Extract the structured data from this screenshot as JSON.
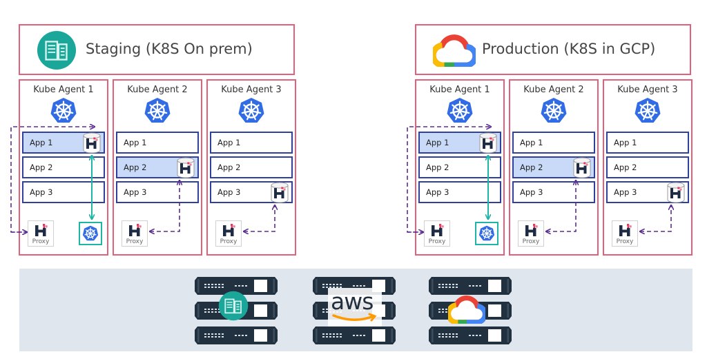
{
  "environments": [
    {
      "title": "Staging (K8S On prem)",
      "icon": "datacenter-icon",
      "agents": [
        {
          "label": "Kube Agent 1",
          "apps": [
            "App 1",
            "App 2",
            "App 3"
          ],
          "highlighted_app": 0,
          "proxy_label": "Proxy"
        },
        {
          "label": "Kube Agent 2",
          "apps": [
            "App 1",
            "App 2",
            "App 3"
          ],
          "highlighted_app": 1,
          "proxy_label": "Proxy"
        },
        {
          "label": "Kube Agent 3",
          "apps": [
            "App 1",
            "App 2",
            "App 3"
          ],
          "highlighted_app": null,
          "proxy_label": "Proxy"
        }
      ]
    },
    {
      "title": "Production (K8S in GCP)",
      "icon": "google-cloud-icon",
      "agents": [
        {
          "label": "Kube Agent 1",
          "apps": [
            "App 1",
            "App 2",
            "App 3"
          ],
          "highlighted_app": 0,
          "proxy_label": "Proxy"
        },
        {
          "label": "Kube Agent 2",
          "apps": [
            "App 1",
            "App 2",
            "App 3"
          ],
          "highlighted_app": 1,
          "proxy_label": "Proxy"
        },
        {
          "label": "Kube Agent 3",
          "apps": [
            "App 1",
            "App 2",
            "App 3"
          ],
          "highlighted_app": null,
          "proxy_label": "Proxy"
        }
      ]
    }
  ],
  "infrastructure": {
    "racks": [
      {
        "overlay_icon": "datacenter-icon"
      },
      {
        "overlay_icon": "aws-logo-icon",
        "overlay_text": "aws"
      },
      {
        "overlay_icon": "google-cloud-icon"
      }
    ]
  },
  "colors": {
    "border": "#e4607a",
    "app_border": "#2e3f9c",
    "app_highlight": "#c9daf8",
    "kubernetes_blue": "#326ce5",
    "connector_teal": "#1fb5a4",
    "dashed_arrow": "#5b2d91",
    "datacenter_green": "#1aa79a",
    "infra_band": "#dfe6ee",
    "rack_dark": "#22313f"
  }
}
